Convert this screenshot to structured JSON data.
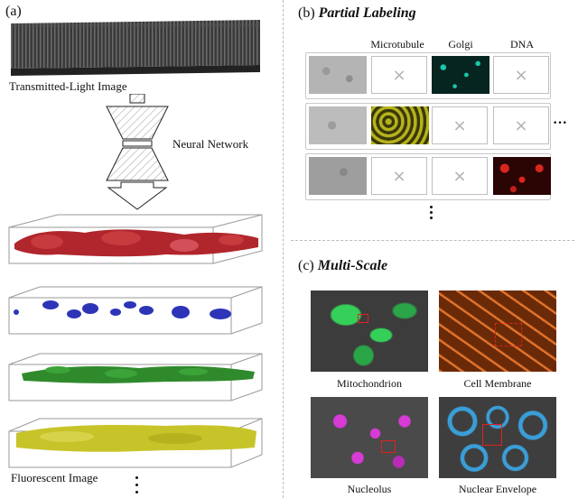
{
  "panel_a": {
    "label": "(a)",
    "top_caption": "Transmitted-Light Image",
    "network_label": "Neural Network",
    "bottom_caption": "Fluorescent Image",
    "layer_colors": [
      "#b0262c",
      "#2d34b8",
      "#2f8a2c",
      "#c7c42a"
    ]
  },
  "panel_b": {
    "label": "(b)",
    "title": "Partial Labeling",
    "columns": [
      "Microtubule",
      "Golgi",
      "DNA"
    ]
  },
  "panel_c": {
    "label": "(c)",
    "title": "Multi-Scale",
    "captions": [
      "Mitochondrion",
      "Cell Membrane",
      "Nucleolus",
      "Nuclear Envelope"
    ]
  },
  "colors": {
    "golgi": "#19c6a8",
    "microtubule": "#b6b21d",
    "dna": "#d7261f",
    "mito": "#35d05a",
    "membrane": "#e0722a",
    "nucleolus": "#d83ad6",
    "envelope": "#3a9ed8"
  }
}
